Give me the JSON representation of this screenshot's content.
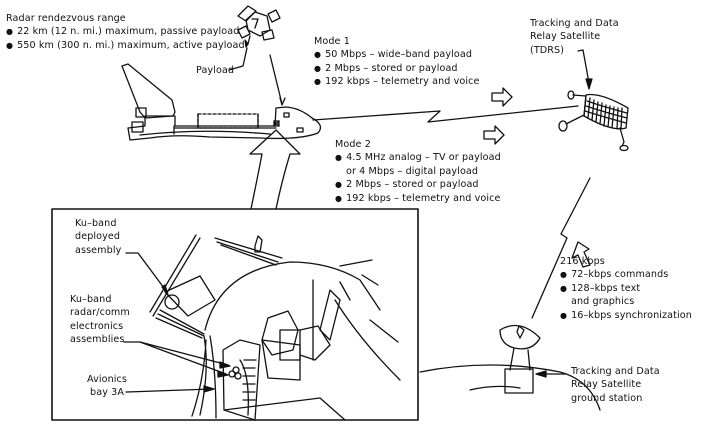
{
  "diagram": {
    "radar": {
      "title": "Radar rendezvous range",
      "items": [
        "22 km  (12 n. mi.) maximum, passive payload",
        "550 km  (300 n. mi.) maximum, active payload"
      ]
    },
    "payload_label": "Payload",
    "mode1": {
      "title": "Mode 1",
      "items": [
        "50 Mbps  –  wide–band payload",
        "2 Mbps  –  stored or payload",
        "192 kbps  –  telemetry and voice"
      ]
    },
    "mode2": {
      "title": "Mode 2",
      "items": [
        "4.5 MHz analog  –  TV  or payload",
        "or 4 Mbps  –  digital payload",
        "2 Mbps  –  stored or payload",
        "192 kbps  –  telemetry and voice"
      ]
    },
    "tdrs": {
      "lines": [
        "Tracking and Data",
        "Relay Satellite",
        "(TDRS)"
      ]
    },
    "uplink": {
      "title": "216 kbps",
      "items": [
        "72–kbps commands",
        "128–kbps text",
        "and graphics",
        "16–kbps synchronization"
      ]
    },
    "ground_station": {
      "lines": [
        "Tracking and Data",
        "Relay Satellite",
        "ground station"
      ]
    },
    "inset": {
      "ku_deployed": [
        "Ku–band",
        "deployed",
        "assembly"
      ],
      "ku_electronics": [
        "Ku–band",
        "radar/comm",
        "electronics",
        "assemblies"
      ],
      "avionics": [
        "Avionics",
        "bay 3A"
      ]
    }
  }
}
